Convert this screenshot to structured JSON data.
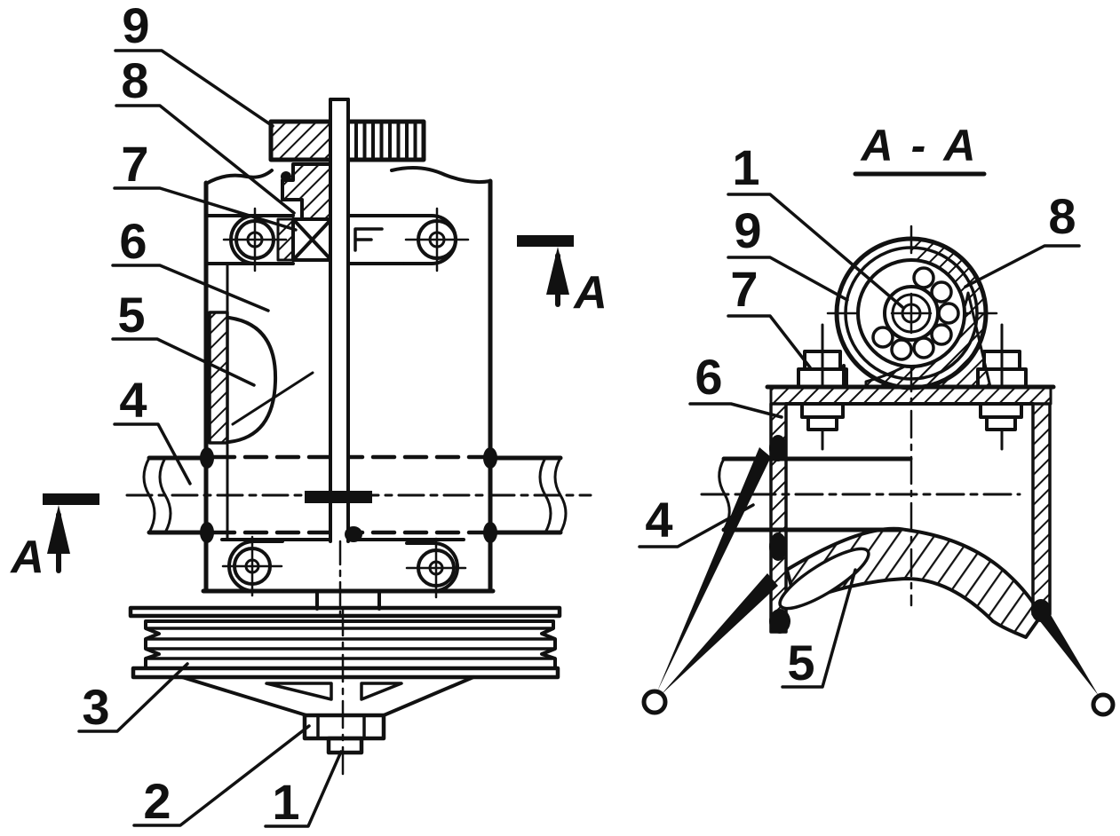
{
  "page": {
    "background": "#ffffff",
    "ink": "#111111"
  },
  "main_view": {
    "description": "front sectional view of spindle / pulley assembly",
    "callouts": [
      {
        "label": "9"
      },
      {
        "label": "8"
      },
      {
        "label": "7"
      },
      {
        "label": "6"
      },
      {
        "label": "5"
      },
      {
        "label": "4"
      },
      {
        "label": "3"
      },
      {
        "label": "2"
      },
      {
        "label": "1"
      }
    ],
    "section_arrows": [
      {
        "label": "A"
      },
      {
        "label": "A"
      }
    ]
  },
  "section_view": {
    "title": "A - A",
    "callouts": [
      {
        "label": "1"
      },
      {
        "label": "9"
      },
      {
        "label": "8"
      },
      {
        "label": "7"
      },
      {
        "label": "6"
      },
      {
        "label": "4"
      },
      {
        "label": "5"
      }
    ]
  }
}
